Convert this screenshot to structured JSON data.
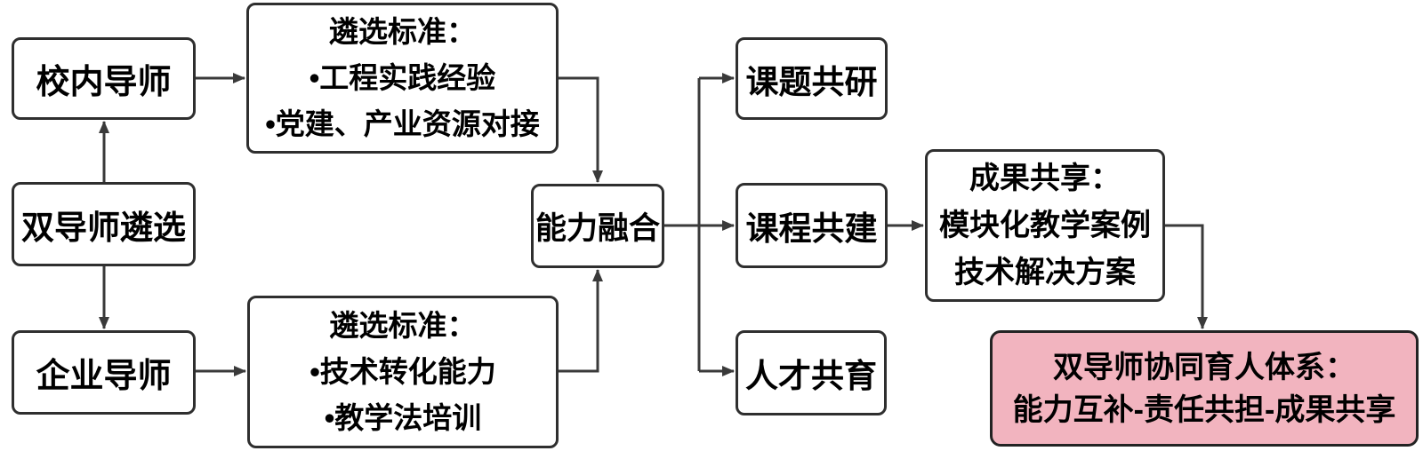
{
  "nodes": {
    "campus_mentor": {
      "label": "校内导师"
    },
    "dual_selection": {
      "label": "双导师遴选"
    },
    "enterprise_mentor": {
      "label": "企业导师"
    },
    "criteria_campus": {
      "title": "遴选标准：",
      "items": [
        "•工程实践经验",
        "•党建、产业资源对接"
      ]
    },
    "criteria_enterprise": {
      "title": "遴选标准：",
      "items": [
        "•技术转化能力",
        "•教学法培训"
      ]
    },
    "capability_fusion": {
      "label": "能力融合"
    },
    "joint_research": {
      "label": "课题共研"
    },
    "joint_course": {
      "label": "课程共建"
    },
    "joint_talent": {
      "label": "人才共育"
    },
    "outcome_sharing": {
      "title": "成果共享：",
      "items": [
        "模块化教学案例",
        "技术解决方案"
      ]
    },
    "system_outcome": {
      "lines": [
        "双导师协同育人体系：",
        "能力互补-责任共担-成果共享"
      ]
    }
  },
  "colors": {
    "box_border": "#2f2f2f",
    "box_fill": "#ffffff",
    "highlight_fill": "#f2b4bf",
    "line": "#3a3a3a",
    "text": "#000000",
    "background": "#ffffff"
  }
}
